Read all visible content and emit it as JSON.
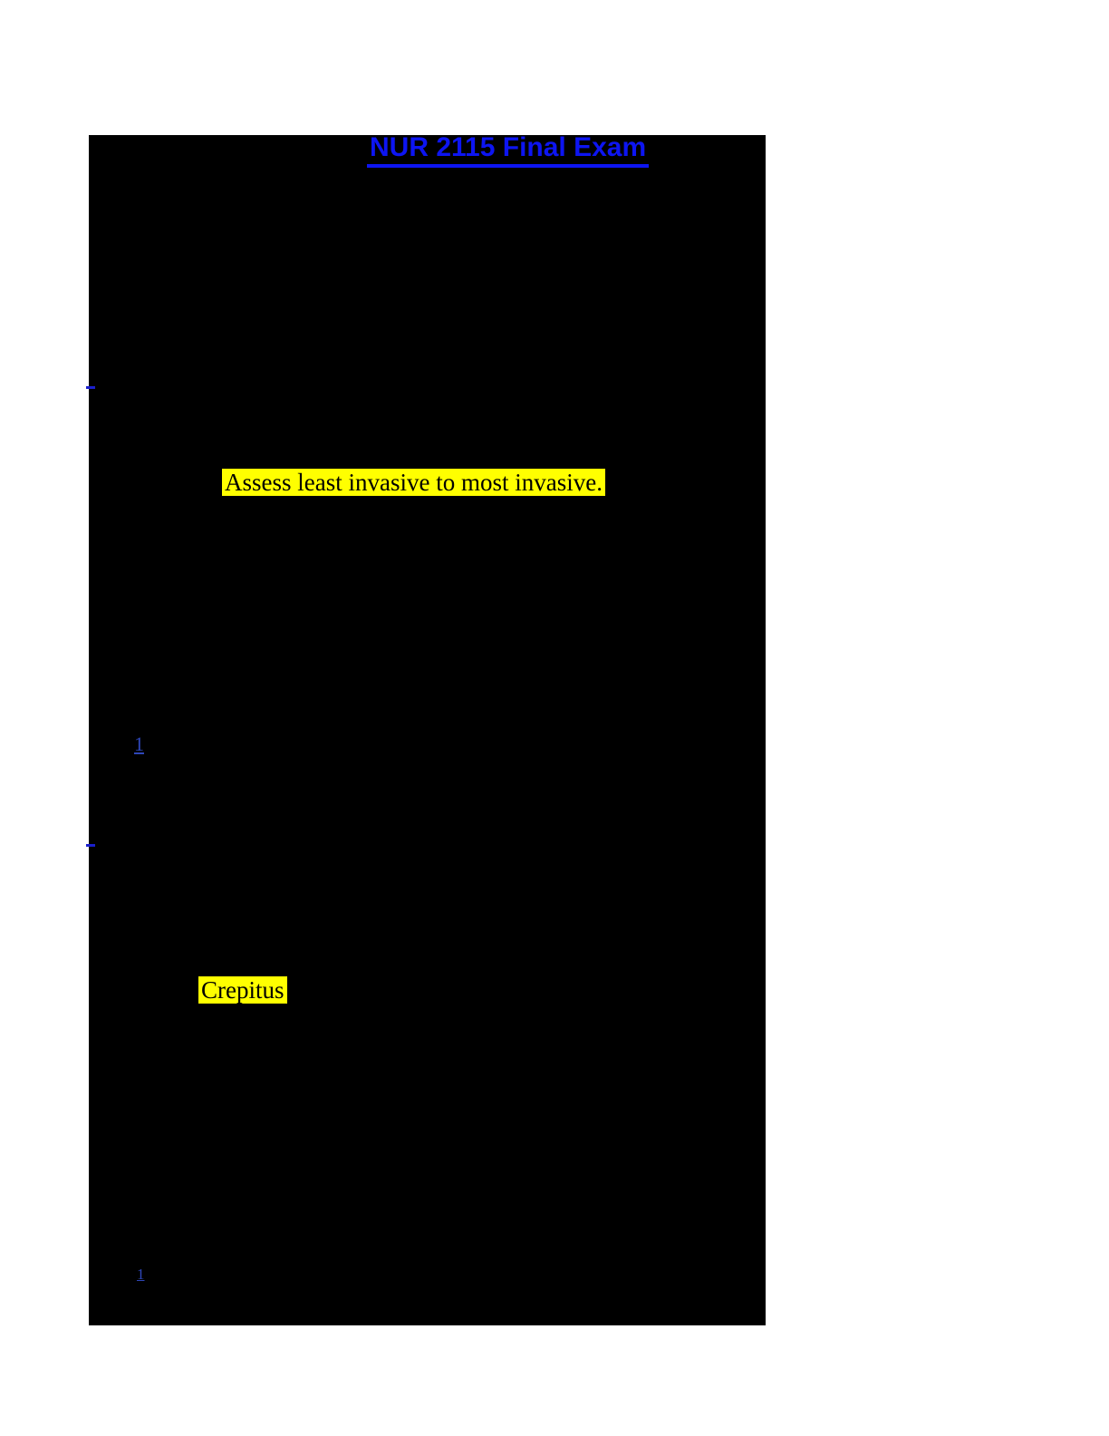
{
  "theme": {
    "page_bg": "#ffffff",
    "canvas_bg": "#000000",
    "title_color": "#0d15f2",
    "highlight_bg": "#ffff00",
    "highlight_text": "#000000",
    "link_fragment_color": "#1a1fcc",
    "footnote_ref_color": "#2e46b8"
  },
  "document": {
    "title": "NUR 2115 Final Exam",
    "highlights": [
      {
        "text": "Assess least invasive to most invasive."
      },
      {
        "text": "Crepitus"
      }
    ],
    "footnote_refs": [
      {
        "text": "1"
      },
      {
        "text": "1"
      }
    ]
  }
}
